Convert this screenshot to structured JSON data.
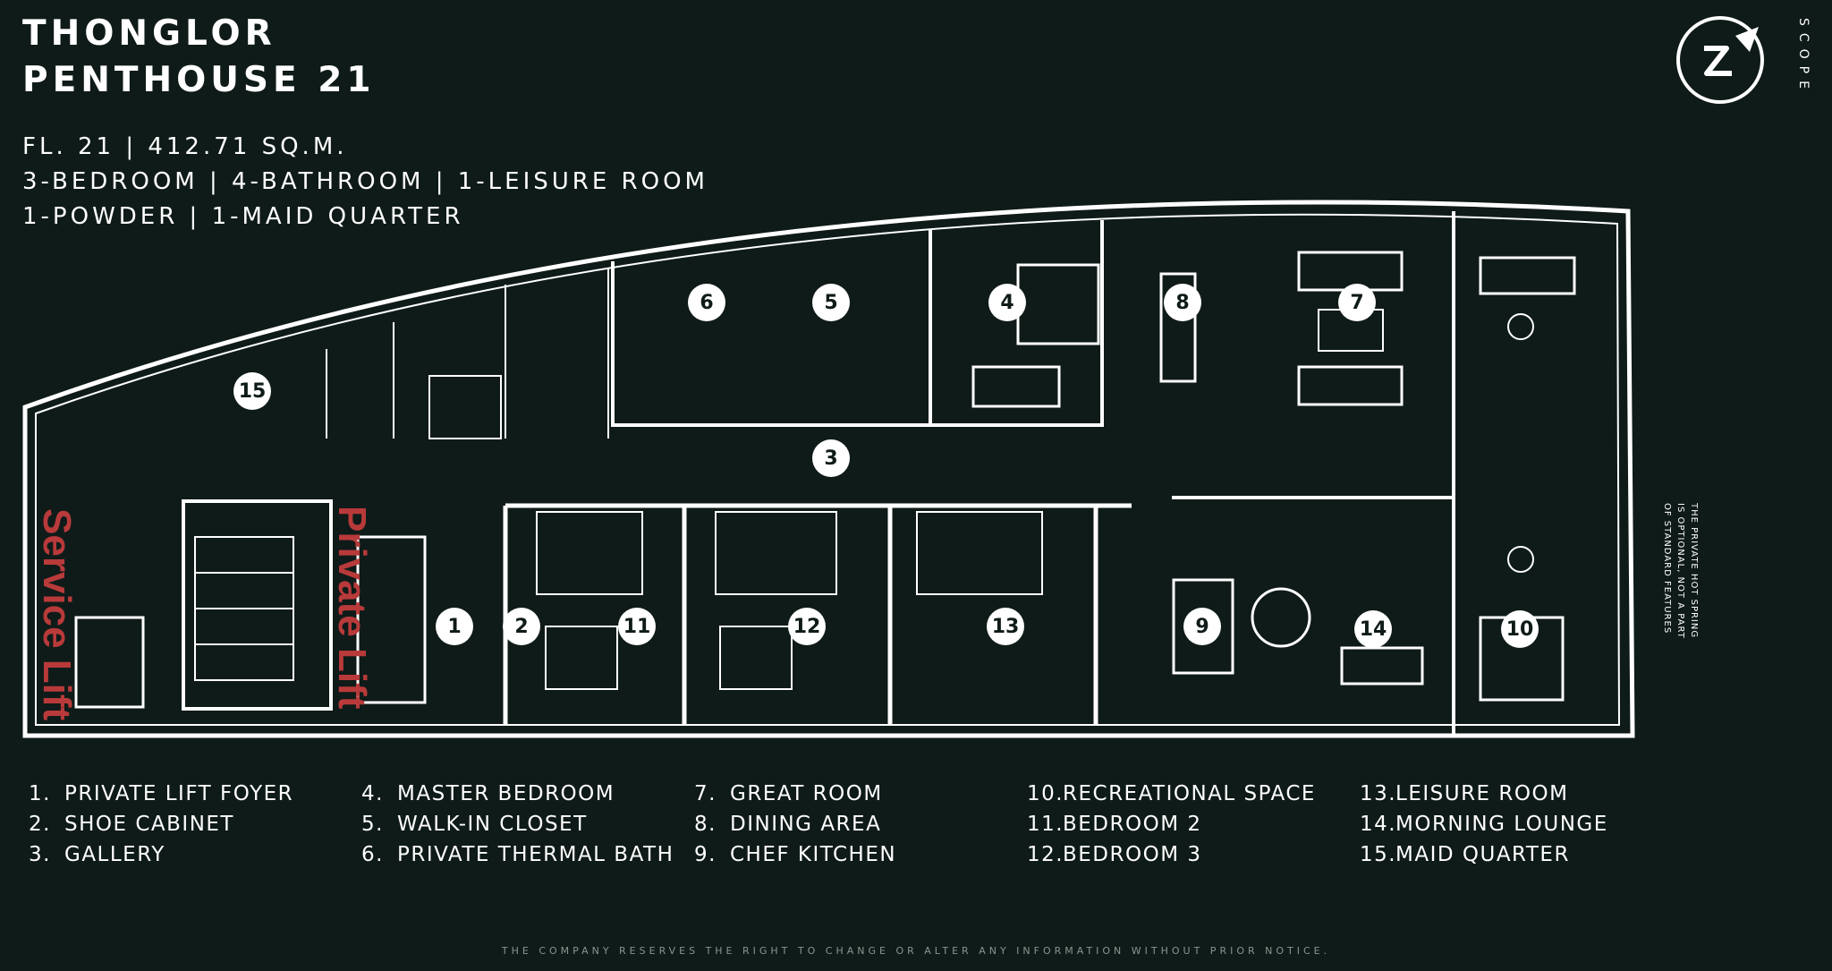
{
  "title": {
    "line1": "THONGLOR",
    "line2": "PENTHOUSE 21"
  },
  "specs": {
    "line1": "FL. 21 | 412.71 SQ.M.",
    "line2": "3-BEDROOM | 4-BATHROOM | 1-LEISURE ROOM",
    "line3": "1-POWDER | 1-MAID QUARTER"
  },
  "brand": {
    "name": "SCOPE"
  },
  "side_note": {
    "line1": "THE PRIVATE HOT SPRING",
    "line2": "IS OPTIONAL, NOT A PART",
    "line3": "OF STANDARD FEATURES"
  },
  "lift_labels": {
    "service": "Service Lift",
    "private": "Private Lift"
  },
  "markers": [
    "1",
    "2",
    "3",
    "4",
    "5",
    "6",
    "7",
    "8",
    "9",
    "10",
    "11",
    "12",
    "13",
    "14",
    "15"
  ],
  "legend": [
    {
      "num": "1.",
      "label": "PRIVATE LIFT FOYER"
    },
    {
      "num": "2.",
      "label": "SHOE CABINET"
    },
    {
      "num": "3.",
      "label": "GALLERY"
    },
    {
      "num": "4.",
      "label": "MASTER BEDROOM"
    },
    {
      "num": "5.",
      "label": "WALK-IN CLOSET"
    },
    {
      "num": "6.",
      "label": "PRIVATE THERMAL BATH"
    },
    {
      "num": "7.",
      "label": "GREAT ROOM"
    },
    {
      "num": "8.",
      "label": "DINING AREA"
    },
    {
      "num": "9.",
      "label": "CHEF KITCHEN"
    },
    {
      "num": "10.",
      "label": "RECREATIONAL SPACE"
    },
    {
      "num": "11.",
      "label": "BEDROOM 2"
    },
    {
      "num": "12.",
      "label": "BEDROOM 3"
    },
    {
      "num": "13.",
      "label": "LEISURE ROOM"
    },
    {
      "num": "14.",
      "label": "MORNING LOUNGE"
    },
    {
      "num": "15.",
      "label": "MAID QUARTER"
    }
  ],
  "disclaimer": "THE COMPANY RESERVES THE RIGHT TO CHANGE OR ALTER ANY INFORMATION WITHOUT PRIOR NOTICE.",
  "colors": {
    "background": "#0f1b19",
    "lines": "#ffffff",
    "lift_label": "#b83a3a"
  }
}
